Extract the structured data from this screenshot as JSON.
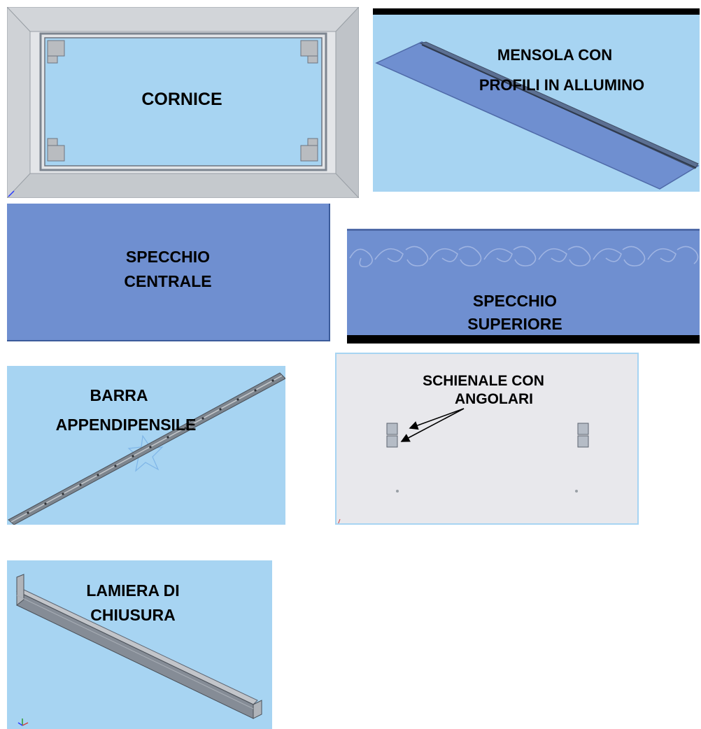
{
  "panels": {
    "cornice": {
      "label": "CORNICE"
    },
    "mensola": {
      "label_line1": "MENSOLA CON",
      "label_line2": "PROFILI IN ALLUMINO"
    },
    "specchio_centrale": {
      "label_line1": "SPECCHIO",
      "label_line2": "CENTRALE"
    },
    "specchio_superiore": {
      "label_line1": "SPECCHIO",
      "label_line2": "SUPERIORE"
    },
    "barra": {
      "label_line1": "BARRA",
      "label_line2": "APPENDIPENSILE"
    },
    "schienale": {
      "label_line1": "SCHIENALE CON",
      "label_line2": "ANGOLARI"
    },
    "lamiera": {
      "label_line1": "LAMIERA DI",
      "label_line2": "CHIUSURA"
    }
  },
  "colors": {
    "sky_blue": "#a7d4f2",
    "mirror_blue": "#6f8fd0",
    "frame_gray": "#c9ccd0",
    "sheet_gray": "#e8e8ec",
    "black_bar": "#000000"
  }
}
